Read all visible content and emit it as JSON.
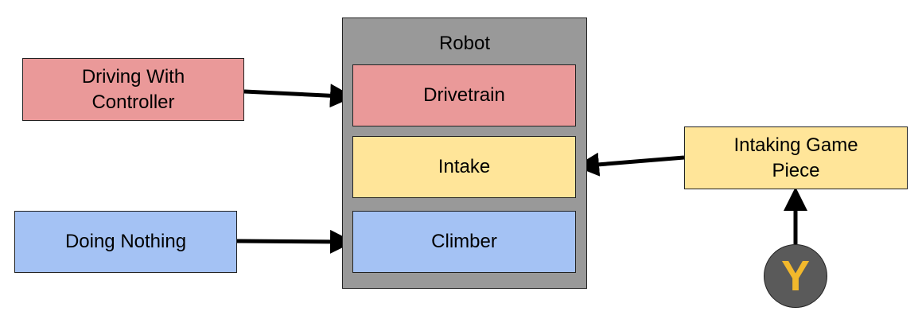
{
  "robot": {
    "title": "Robot",
    "subsystems": [
      {
        "label": "Drivetrain",
        "color": "#ea9999"
      },
      {
        "label": "Intake",
        "color": "#ffe599"
      },
      {
        "label": "Climber",
        "color": "#a4c2f4"
      }
    ],
    "container_color": "#999999"
  },
  "commands": [
    {
      "label": "Driving With Controller",
      "color": "#ea9999",
      "target": "Drivetrain"
    },
    {
      "label": "Intaking Game Piece",
      "color": "#ffe599",
      "target": "Intake"
    },
    {
      "label": "Doing Nothing",
      "color": "#a4c2f4",
      "target": "Climber"
    }
  ],
  "controller_button": {
    "label": "Y",
    "icon": "y-button-icon",
    "color": "#f2b82c",
    "triggers": "Intaking Game Piece"
  }
}
